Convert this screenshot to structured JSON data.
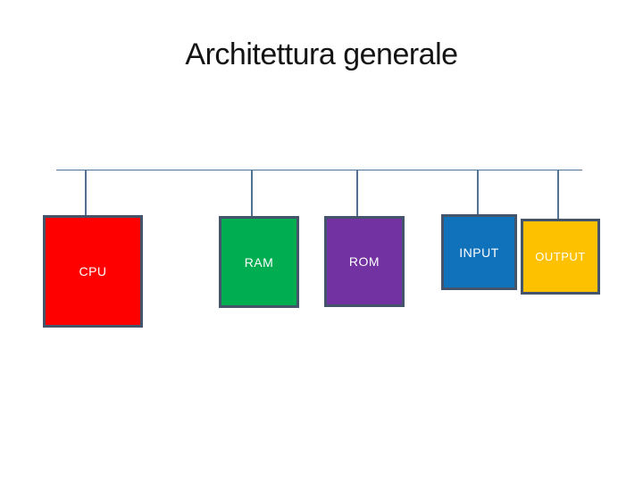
{
  "slide": {
    "title": "Architettura generale",
    "background_color": "#FFFFFF",
    "title_color": "#141414"
  },
  "diagram": {
    "connector_color": "#527394",
    "box_border_color": "#44546A",
    "box_label_color": "#FFFFFF",
    "boxes": [
      {
        "id": "cpu",
        "label": "CPU",
        "color": "#FE0000"
      },
      {
        "id": "ram",
        "label": "RAM",
        "color": "#00AD50"
      },
      {
        "id": "rom",
        "label": "ROM",
        "color": "#7232A2"
      },
      {
        "id": "input",
        "label": "INPUT",
        "color": "#1172BC"
      },
      {
        "id": "output",
        "label": "OUTPUT",
        "color": "#FDC100"
      }
    ]
  }
}
